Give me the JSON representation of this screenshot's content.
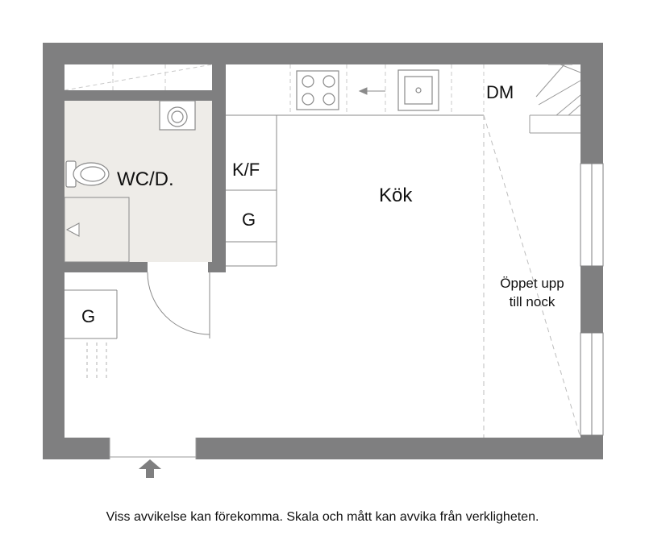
{
  "colors": {
    "wall": "#7f7f80",
    "bathroom_floor": "#eeece8",
    "fixture_line": "#8a8a8a",
    "dashed_line": "#b5b5b5",
    "text": "#111111"
  },
  "labels": {
    "wc": "WC/D.",
    "kf": "K/F",
    "g_kitchen": "G",
    "kitchen": "Kök",
    "dm": "DM",
    "open_line1": "Öppet upp",
    "open_line2": "till nock",
    "g_hall": "G"
  },
  "icons": {
    "stove": "stove-icon",
    "sink": "sink-icon",
    "toilet": "toilet-icon",
    "washbasin": "washbasin-icon",
    "shower": "shower-icon",
    "staircase": "staircase-icon",
    "entrance": "entrance-arrow-icon"
  },
  "footer": {
    "disclaimer": "Viss avvikelse kan förekomma. Skala och mått kan avvika från verkligheten."
  }
}
